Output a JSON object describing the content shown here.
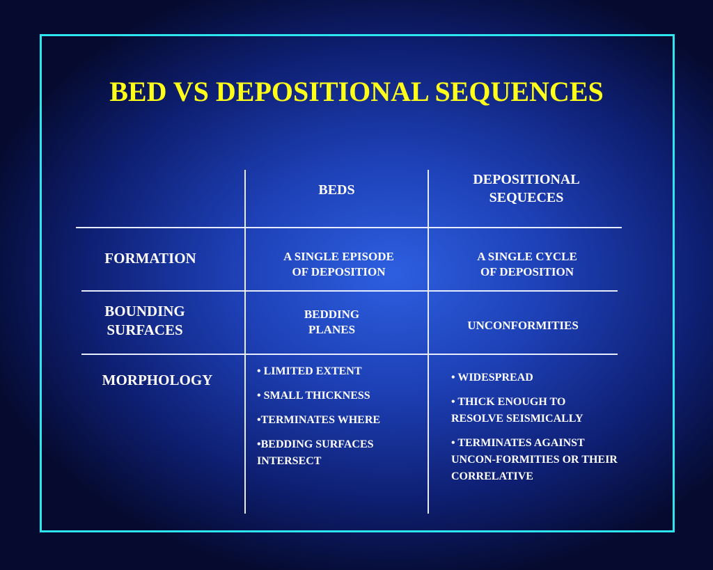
{
  "slide": {
    "title": "BED VS DEPOSITIONAL SEQUENCES"
  },
  "table": {
    "headers": {
      "beds": "BEDS",
      "sequences_line1": "DEPOSITIONAL",
      "sequences_line2": "SEQUECES"
    },
    "rows": [
      {
        "label_line1": "FORMATION",
        "beds_line1": "A SINGLE EPISODE",
        "beds_line2": "OF DEPOSITION",
        "seq_line1": "A SINGLE CYCLE",
        "seq_line2": "OF DEPOSITION"
      },
      {
        "label_line1": "BOUNDING",
        "label_line2": "SURFACES",
        "beds_line1": "BEDDING",
        "beds_line2": "PLANES",
        "seq_line1": "UNCONFORMITIES"
      },
      {
        "label_line1": "MORPHOLOGY",
        "beds_bullets": [
          "• LIMITED EXTENT",
          "• SMALL THICKNESS",
          "•TERMINATES WHERE",
          "•BEDDING SURFACES INTERSECT"
        ],
        "seq_bullets": [
          "• WIDESPREAD",
          "• THICK ENOUGH TO RESOLVE SEISMICALLY",
          "• TERMINATES AGAINST UNCON-FORMITIES OR THEIR CORRELATIVE"
        ]
      }
    ]
  },
  "colors": {
    "title": "#ffff1a",
    "frame": "#2ee6f0",
    "text": "#ffffff"
  }
}
